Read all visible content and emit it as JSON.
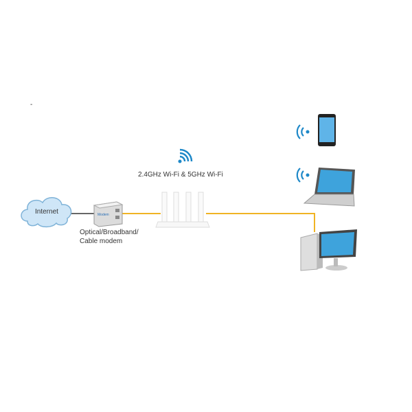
{
  "diagram": {
    "cloud_label": "Internet",
    "modem_label_line1": "Optical/Broadband/",
    "modem_label_line2": "Cable modem",
    "modem_badge": "Modem",
    "wifi_label": "2.4GHz Wi-Fi & 5GHz Wi-Fi",
    "dash_mark": "-",
    "colors": {
      "wired_link": "#f0b323",
      "uplink": "#666666",
      "wifi_icon": "#1e88c8",
      "cloud": "#cfe6f7"
    }
  }
}
